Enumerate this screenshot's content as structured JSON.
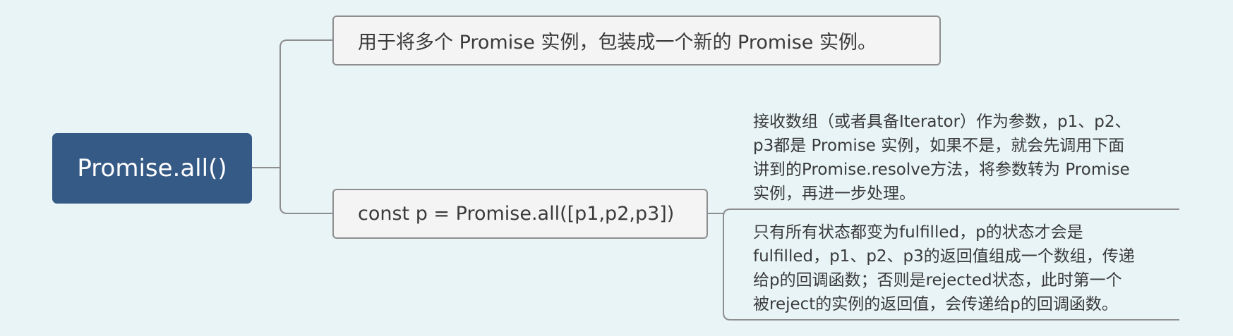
{
  "root": {
    "label": "Promise.all()"
  },
  "topics": [
    {
      "label": "用于将多个 Promise 实例，包装成一个新的 Promise 实例。"
    },
    {
      "label": "const p = Promise.all([p1,p2,p3])",
      "children": [
        {
          "lines": [
            "接收数组（或者具备Iterator）作为参数，p1、p2、",
            "p3都是 Promise 实例，如果不是，就会先调用下面",
            "讲到的Promise.resolve方法，将参数转为 Promise",
            "实例，再进一步处理。"
          ]
        },
        {
          "lines": [
            "只有所有状态都变为fulfilled，p的状态才会是",
            "fulfilled，p1、p2、p3的返回值组成一个数组，传递",
            "给p的回调函数；否则是rejected状态，此时第一个",
            "被reject的实例的返回值，会传递给p的回调函数。"
          ]
        }
      ]
    }
  ],
  "colors": {
    "background": "#e8f4f6",
    "root_fill": "#365a86",
    "topic_fill": "#f4f4f4",
    "topic_border": "#8e8e8e",
    "connector": "#8e8e8e",
    "text": "#3a3a3a"
  }
}
